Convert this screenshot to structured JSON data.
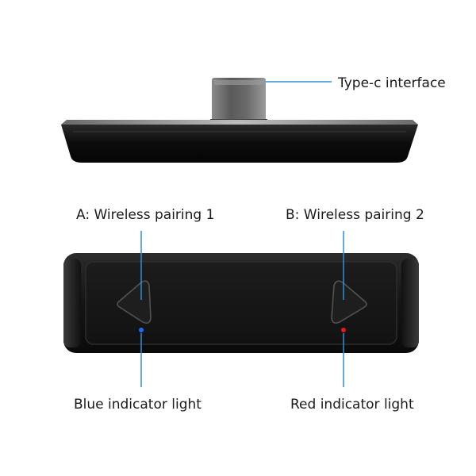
{
  "labels": {
    "type_c": "Type-c interface",
    "a": "A: Wireless pairing 1",
    "b": "B: Wireless pairing 2",
    "blue_light": "Blue indicator light",
    "red_light": "Red indicator light"
  },
  "colors": {
    "leader_line": "#2f8fd8",
    "blue_light": "#1e6bff",
    "red_light": "#e01b1b",
    "device_body": "#141414"
  }
}
